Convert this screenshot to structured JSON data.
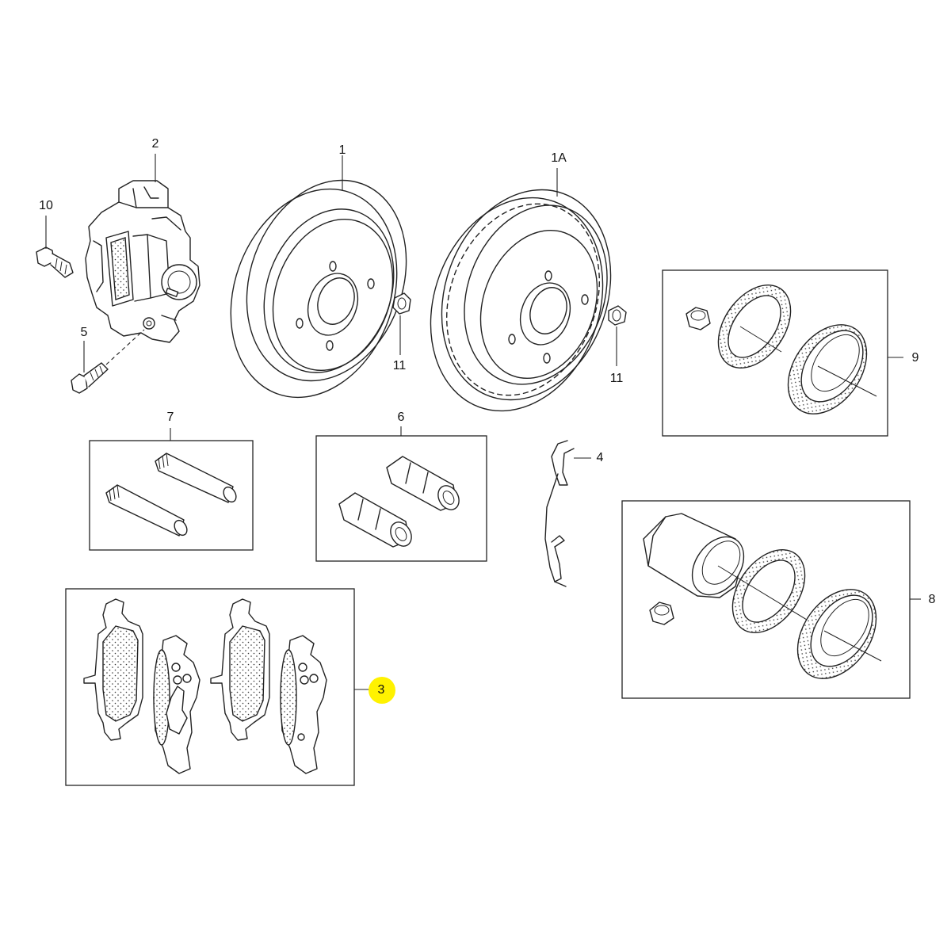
{
  "callouts": {
    "c1": "1",
    "c1a": "1A",
    "c2": "2",
    "c3": "3",
    "c4": "4",
    "c5": "5",
    "c6": "6",
    "c7": "7",
    "c8": "8",
    "c9": "9",
    "c10": "10",
    "c11a": "11",
    "c11b": "11"
  },
  "colors": {
    "line": "#222222",
    "highlight": "#fff200",
    "background": "#ffffff"
  }
}
